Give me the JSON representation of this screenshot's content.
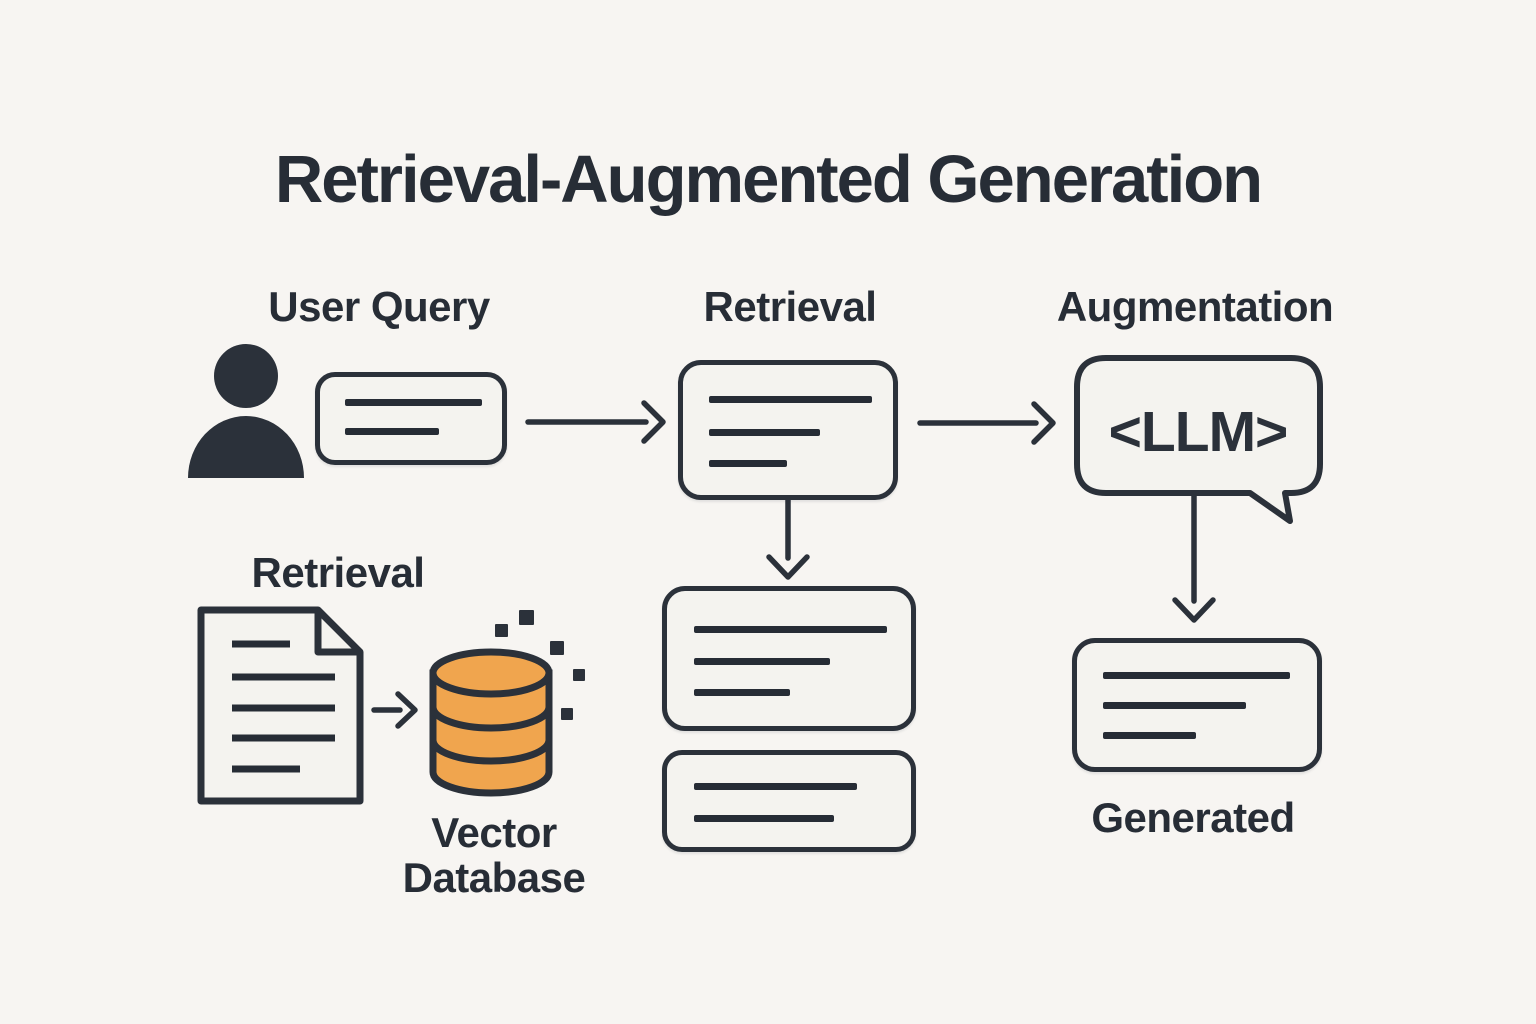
{
  "title": "Retrieval-Augmented Generation",
  "flow": {
    "user_query": {
      "label": "User Query"
    },
    "retrieval": {
      "label": "Retrieval"
    },
    "augmentation": {
      "label": "Augmentation",
      "llm_text": "<LLM>"
    },
    "generated": {
      "label": "Generated"
    }
  },
  "indexing": {
    "retrieval": {
      "label": "Retrieval"
    },
    "vector_database": {
      "label_line1": "Vector",
      "label_line2": "Database"
    }
  },
  "icons": {
    "user": "user-icon",
    "document": "document-icon",
    "database": "database-icon",
    "speech_bubble": "speech-bubble-icon",
    "arrow": "arrow-icon",
    "data_bits": "data-bits-icon"
  },
  "colors": {
    "background": "#f7f5f2",
    "box_fill": "#f4f3ef",
    "stroke_dark": "#2b313a",
    "accent_orange": "#f0a54e",
    "text": "#272d36"
  }
}
